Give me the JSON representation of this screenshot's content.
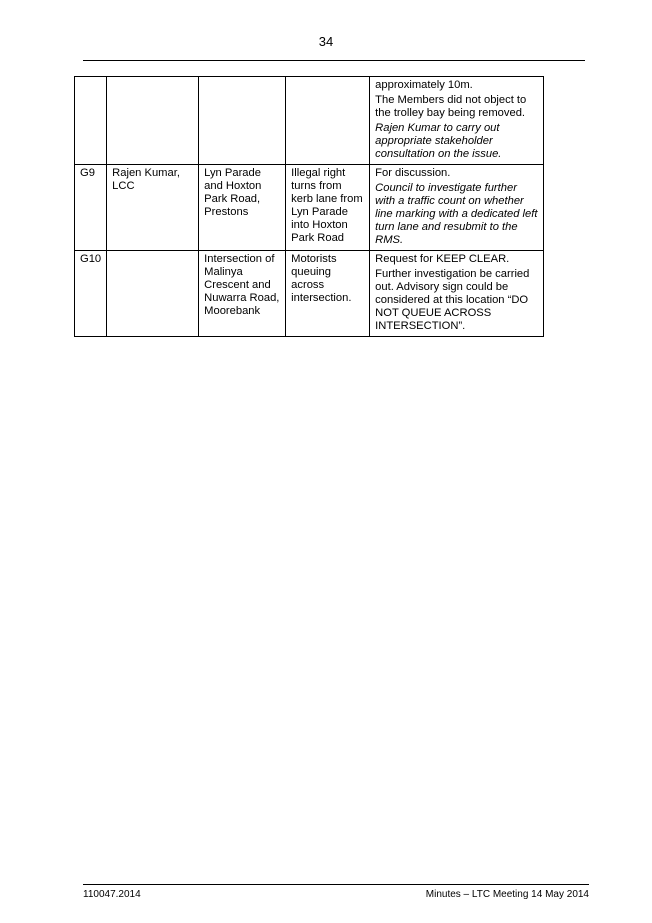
{
  "header": {
    "page_number": "34"
  },
  "table": {
    "rows": [
      {
        "id": "",
        "raised_by": "",
        "location": "",
        "issue": "",
        "comments": [
          {
            "text": "approximately 10m.",
            "italic": false
          },
          {
            "text": "The Members did not object to the trolley bay being removed.",
            "italic": false
          },
          {
            "text": "Rajen Kumar to carry out appropriate stakeholder consultation on the issue.",
            "italic": true
          }
        ]
      },
      {
        "id": "G9",
        "raised_by": "Rajen Kumar, LCC",
        "location": "Lyn Parade and Hoxton Park Road, Prestons",
        "issue": "Illegal right turns from kerb lane from Lyn Parade into Hoxton Park Road",
        "comments": [
          {
            "text": "For discussion.",
            "italic": false
          },
          {
            "text": "Council to investigate further with a traffic count on whether line marking with a dedicated left turn lane and resubmit to the RMS.",
            "italic": true
          }
        ]
      },
      {
        "id": "G10",
        "raised_by": "",
        "location": "Intersection of Malinya Crescent and Nuwarra Road, Moorebank",
        "issue": "Motorists queuing across intersection.",
        "comments": [
          {
            "text": "Request for KEEP CLEAR.",
            "italic": false
          },
          {
            "text": "Further investigation be carried out. Advisory sign could be considered at this location “DO NOT QUEUE ACROSS INTERSECTION”.",
            "italic": false
          }
        ]
      }
    ]
  },
  "footer": {
    "doc_number": "110047.2014",
    "meeting_title": "Minutes – LTC Meeting 14 May 2014"
  }
}
